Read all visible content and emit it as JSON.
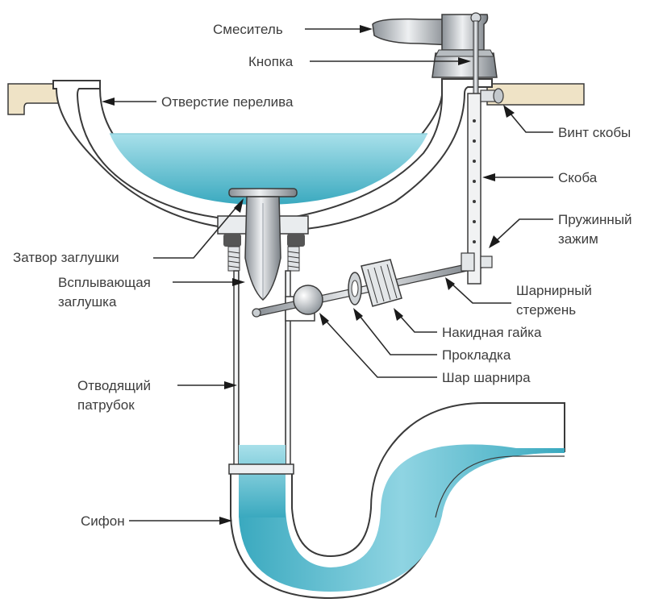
{
  "labels": {
    "mixer": "Смеситель",
    "button": "Кнопка",
    "overflow": "Отверстие перелива",
    "bracket_screw": "Винт скобы",
    "bracket": "Скоба",
    "spring_clip_1": "Пружинный",
    "spring_clip_2": "зажим",
    "plug_seal": "Затвор заглушки",
    "popup_plug_1": "Всплывающая",
    "popup_plug_2": "заглушка",
    "pivot_rod_1": "Шарнирный",
    "pivot_rod_2": "стержень",
    "union_nut": "Накидная гайка",
    "gasket": "Прокладка",
    "pivot_ball": "Шар шарнира",
    "tailpiece_1": "Отводящий",
    "tailpiece_2": "патрубок",
    "siphon": "Сифон"
  },
  "colors": {
    "water": "#4fb4c8",
    "water_light": "#a6dde8",
    "metal": "#c9ced2",
    "metal_dark": "#7e858b",
    "counter_top": "#efe3c6",
    "outline": "#3a3a3a"
  }
}
